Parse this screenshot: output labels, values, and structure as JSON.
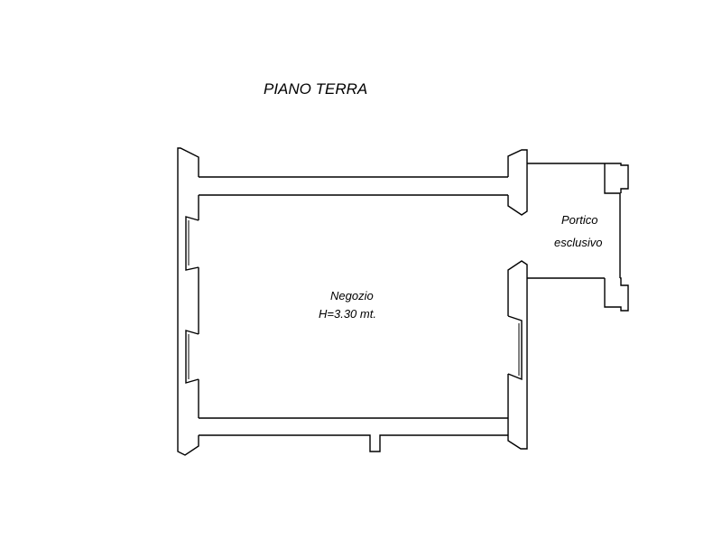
{
  "floor_title": "PIANO TERRA",
  "rooms": {
    "shop": {
      "name": "Negozio",
      "height": "H=3.30 mt."
    },
    "porch": {
      "line1": "Portico",
      "line2": "esclusivo"
    }
  }
}
